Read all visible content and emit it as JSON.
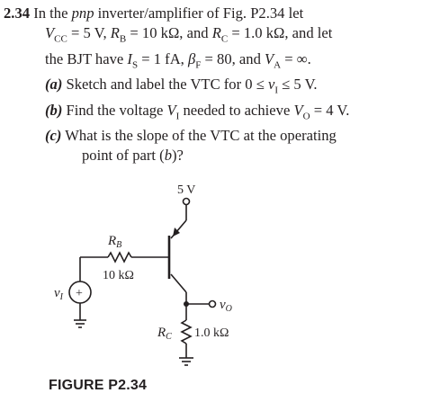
{
  "problem": {
    "number": "2.34",
    "lines": [
      "In the pnp inverter/amplifier of Fig. P2.34 let",
      "V_CC = 5 V, R_B = 10 kΩ, and R_C = 1.0 kΩ, and let",
      "the BJT have I_s = 1 fA, β_F = 80, and V_A = ∞."
    ],
    "parts": [
      {
        "label": "(a)",
        "text": "Sketch and label the VTC for 0 ≤ v_I ≤ 5 V."
      },
      {
        "label": "(b)",
        "text": "Find the voltage V_I needed to achieve V_O = 4 V."
      },
      {
        "label": "(c)",
        "text": "What is the slope of the VTC at the operating",
        "continuation": "point of part (b)?"
      }
    ]
  },
  "circuit": {
    "supply_label": "5 V",
    "rb_label": "R",
    "rb_sub": "B",
    "rb_value": "10 kΩ",
    "rc_label": "R",
    "rc_sub": "C",
    "rc_value": "1.0 kΩ",
    "vi_label": "v",
    "vi_sub": "I",
    "vo_label": "v",
    "vo_sub": "O",
    "source_sign": "+"
  },
  "figure_caption": "FIGURE P2.34"
}
